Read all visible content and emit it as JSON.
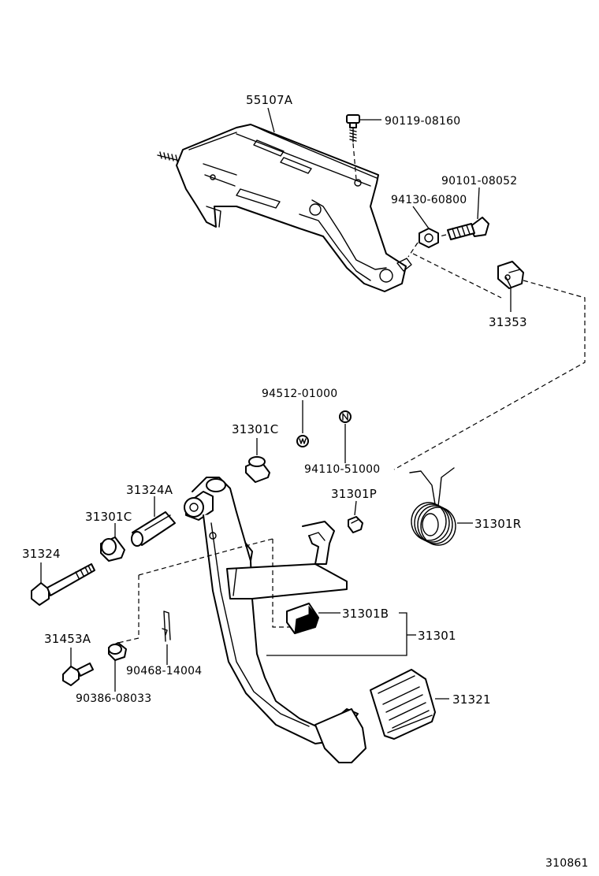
{
  "diagram": {
    "figure_number": "310861",
    "parts": {
      "support_bracket": "55107A",
      "bolt_top": "90119-08160",
      "bolt_side": "90101-08052",
      "nut_side": "94130-60800",
      "cushion": "31353",
      "washer": "94512-01000",
      "nut_pedal": "94110-51000",
      "bushing_upper": "31301C",
      "bushing_lower": "31301C",
      "collar": "31324A",
      "bolt_pivot": "31324",
      "bushing_p": "31301P",
      "return_spring": "31301R",
      "stopper": "31301B",
      "pedal_assy": "31301",
      "pedal_pad": "31321",
      "pin": "31453A",
      "clip": "90468-14004",
      "bushing_pin": "90386-08033"
    }
  }
}
